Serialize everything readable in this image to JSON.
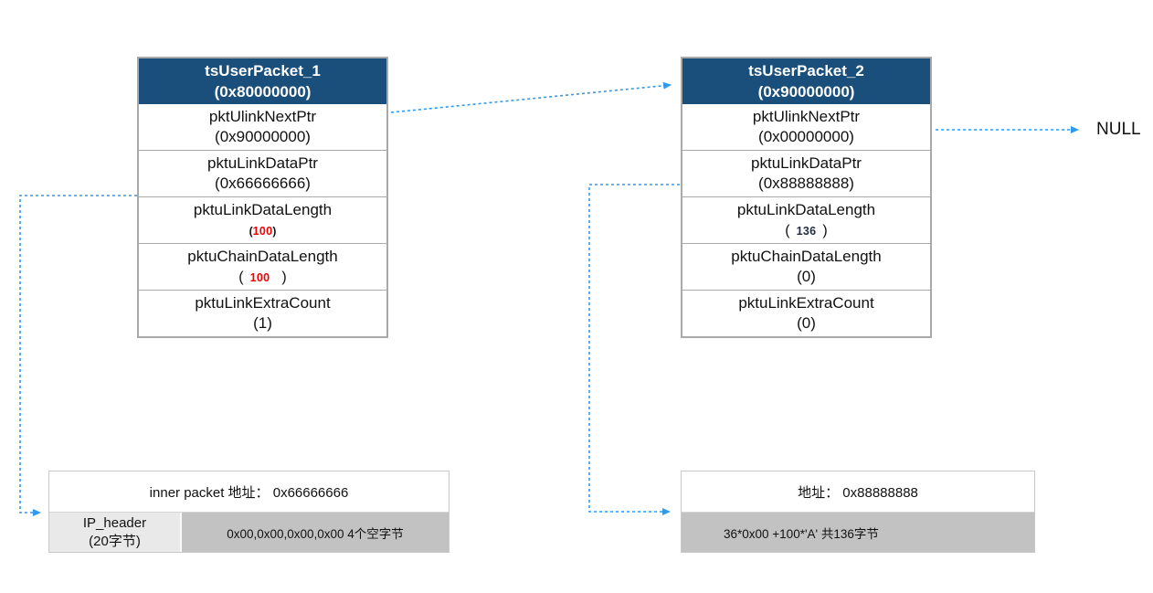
{
  "packets": [
    {
      "title": "tsUserPacket_1",
      "address": "(0x80000000)",
      "fields": [
        {
          "label": "pktUlinkNextPtr",
          "value": "(0x90000000)"
        },
        {
          "label": "pktuLinkDataPtr",
          "value": "(0x66666666)"
        },
        {
          "label": "pktuLinkDataLength",
          "open": "(",
          "num": "100",
          "close": ")"
        },
        {
          "label": "pktuChainDataLength",
          "open": "(",
          "num": "100",
          "close": ")"
        },
        {
          "label": "pktuLinkExtraCount",
          "value": "(1)"
        }
      ]
    },
    {
      "title": "tsUserPacket_2",
      "address": "(0x90000000)",
      "fields": [
        {
          "label": "pktUlinkNextPtr",
          "value": "(0x00000000)"
        },
        {
          "label": "pktuLinkDataPtr",
          "value": "(0x88888888)"
        },
        {
          "label": "pktuLinkDataLength",
          "open": "(",
          "num": "136",
          "close": ")"
        },
        {
          "label": "pktuChainDataLength",
          "value": "(0)"
        },
        {
          "label": "pktuLinkExtraCount",
          "value": "(0)"
        }
      ]
    }
  ],
  "buffers": [
    {
      "address_label": "inner packet 地址： 0x66666666",
      "header_cell": {
        "line1": "IP_header",
        "line2": "(20字节)"
      },
      "data_text": "0x00,0x00,0x00,0x00 4个空字节"
    },
    {
      "address_label": "地址： 0x88888888",
      "data_text": "36*0x00 +100*'A' 共136字节"
    }
  ],
  "null_label": "NULL",
  "colors": {
    "header_bg": "#1a4f7c",
    "arrow_blue": "#2e9af0",
    "value_red": "#f20000",
    "value_dark": "#1f2d3d",
    "cell_light_gray": "#e9e9e9",
    "cell_dark_gray": "#c2c2c2"
  }
}
